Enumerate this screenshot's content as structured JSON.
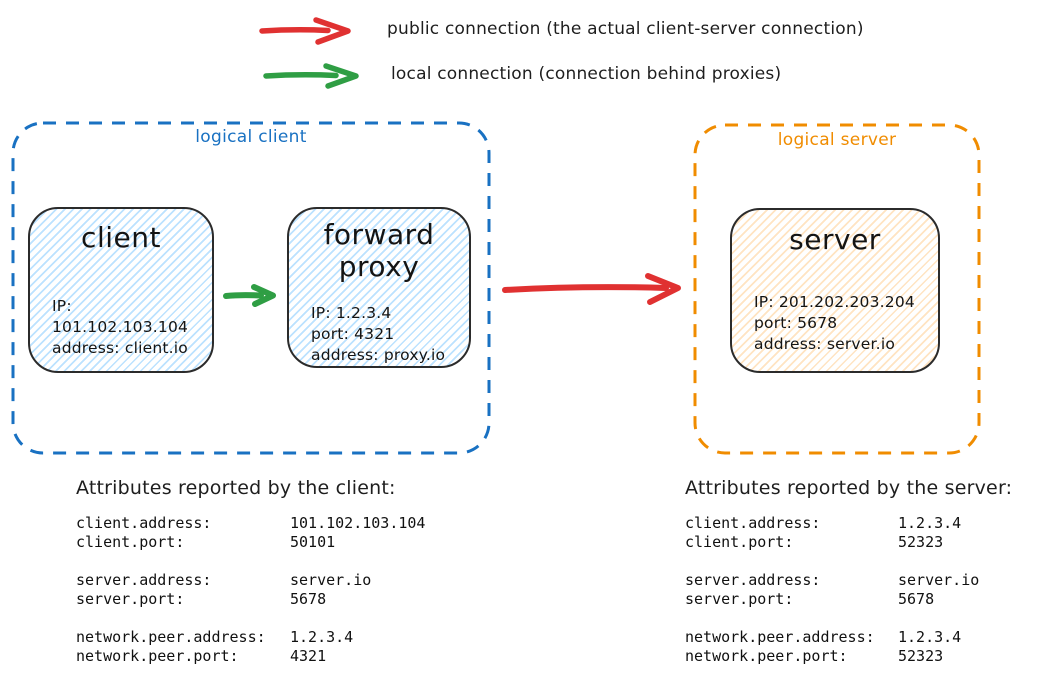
{
  "colors": {
    "red": "#e03131",
    "green": "#2f9e44",
    "blue": "#1971c2",
    "orange": "#f08c00",
    "ink": "#1e1e1e",
    "client_fill": "#a5d8ff",
    "server_fill": "#ffd8a8"
  },
  "legend": {
    "public_label": "public connection (the actual client-server connection)",
    "local_label": "local connection (connection behind proxies)"
  },
  "groups": {
    "client": {
      "label": "logical client"
    },
    "server": {
      "label": "logical server"
    }
  },
  "nodes": {
    "client": {
      "title": "client",
      "lines": [
        "IP: 101.102.103.104",
        "address: client.io"
      ]
    },
    "proxy": {
      "title": "forward proxy",
      "lines": [
        "IP: 1.2.3.4",
        "port: 4321",
        "address: proxy.io"
      ]
    },
    "server": {
      "title": "server",
      "lines": [
        "IP: 201.202.203.204",
        "port: 5678",
        "address: server.io"
      ]
    }
  },
  "attributes": {
    "client": {
      "title": "Attributes reported by the client:",
      "rows": [
        {
          "key": "client.address:",
          "value": "101.102.103.104"
        },
        {
          "key": "client.port:",
          "value": "50101"
        },
        {
          "key": "server.address:",
          "value": "server.io"
        },
        {
          "key": "server.port:",
          "value": "5678"
        },
        {
          "key": "network.peer.address:",
          "value": "1.2.3.4"
        },
        {
          "key": "network.peer.port:",
          "value": "4321"
        }
      ]
    },
    "server": {
      "title": "Attributes reported by the server:",
      "rows": [
        {
          "key": "client.address:",
          "value": "1.2.3.4"
        },
        {
          "key": "client.port:",
          "value": "52323"
        },
        {
          "key": "server.address:",
          "value": "server.io"
        },
        {
          "key": "server.port:",
          "value": "5678"
        },
        {
          "key": "network.peer.address:",
          "value": "1.2.3.4"
        },
        {
          "key": "network.peer.port:",
          "value": "52323"
        }
      ]
    }
  }
}
